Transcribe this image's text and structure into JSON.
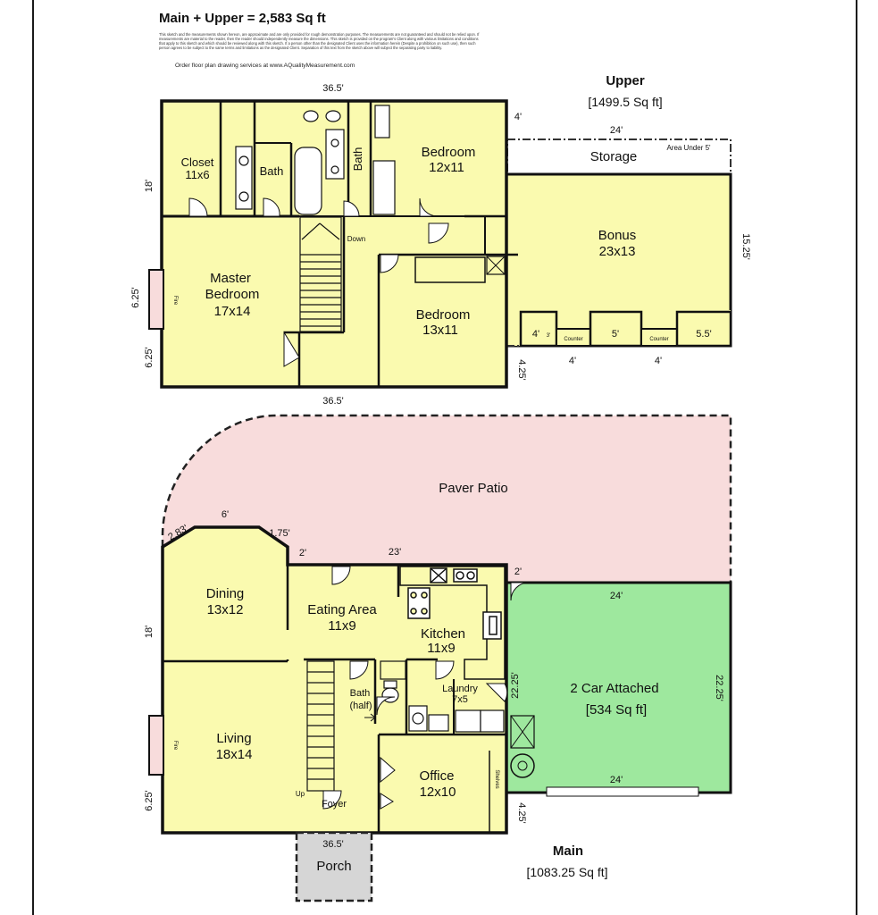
{
  "header": {
    "title": "Main + Upper = 2,583 Sq ft",
    "disclaimer": "This sketch and the measurements shown hereon, are approximate and are only provided for rough demonstration purposes. The measurements are not guaranteed and should not be relied upon. If measurements are material to the reader, then the reader should independently measure the dimensions. This sketch is provided on the program's Client along with various limitations and conditions that apply to this sketch and which should be reviewed along with this sketch. If a person other than the designated Client uses the information herein (Despite a prohibition on such use), then such person agrees to be subject to the same terms and limitations as the designated Client. Separation of this text from the sketch above will subject the separating party to liability.",
    "order_line": "Order floor plan drawing services at www.AQualityMeasurement.com"
  },
  "upper": {
    "title": "Upper",
    "area": "[1499.5 Sq ft]",
    "rooms": {
      "closet": "Closet",
      "closet_size": "11x6",
      "bath1": "Bath",
      "bath2": "Bath",
      "bedroom_a": "Bedroom",
      "bedroom_a_size": "12x11",
      "storage": "Storage",
      "area_under": "Area Under 5'",
      "bonus": "Bonus",
      "bonus_size": "23x13",
      "master_1": "Master",
      "master_2": "Bedroom",
      "master_size": "17x14",
      "bedroom_b": "Bedroom",
      "bedroom_b_size": "13x11",
      "down": "Down",
      "fire": "Fire",
      "counter1": "Counter",
      "counter2": "Counter"
    },
    "dims": {
      "top": "36.5'",
      "bottom": "36.5'",
      "left_a": "18'",
      "left_b": "6.25'",
      "left_c": "6.25'",
      "four_top": "4'",
      "storage_w": "24'",
      "right": "15.25'",
      "bot_a": "4'",
      "bot_b": "4'",
      "bot_c": "4.25'",
      "cell_a": "4'",
      "cell_a2": "3'",
      "cell_b": "5'",
      "cell_c": "5.5'"
    }
  },
  "main": {
    "title": "Main",
    "area": "[1083.25 Sq ft]",
    "rooms": {
      "patio": "Paver Patio",
      "dining": "Dining",
      "dining_size": "13x12",
      "eating": "Eating Area",
      "eating_size": "11x9",
      "kitchen": "Kitchen",
      "kitchen_size": "11x9",
      "garage": "2 Car Attached",
      "garage_area": "[534 Sq ft]",
      "bath_1": "Bath",
      "bath_2": "(half)",
      "laundry": "Laundry",
      "laundry_size": "7x5",
      "living": "Living",
      "living_size": "18x14",
      "office": "Office",
      "office_size": "12x10",
      "foyer": "Foyer",
      "porch": "Porch",
      "up": "Up",
      "fire": "Fire",
      "shelves": "Shelves"
    },
    "dims": {
      "bay_diag": "2.83'",
      "bay_top": "6'",
      "bay_right": "1.75'",
      "two_a": "2'",
      "top": "23'",
      "two_b": "2'",
      "garage_top": "24'",
      "left_a": "18'",
      "left_b": "6.25'",
      "garage_left": "22.25'",
      "garage_right": "22.25'",
      "garage_bottom": "24'",
      "four_bot": "4.25'",
      "porch_dim": "36.5'"
    }
  },
  "colors": {
    "room_fill": "#fafaaf",
    "patio_fill": "#f8dcdc",
    "garage_fill": "#9ee89e",
    "porch_fill": "#d6d6d6",
    "wall": "#111111"
  }
}
